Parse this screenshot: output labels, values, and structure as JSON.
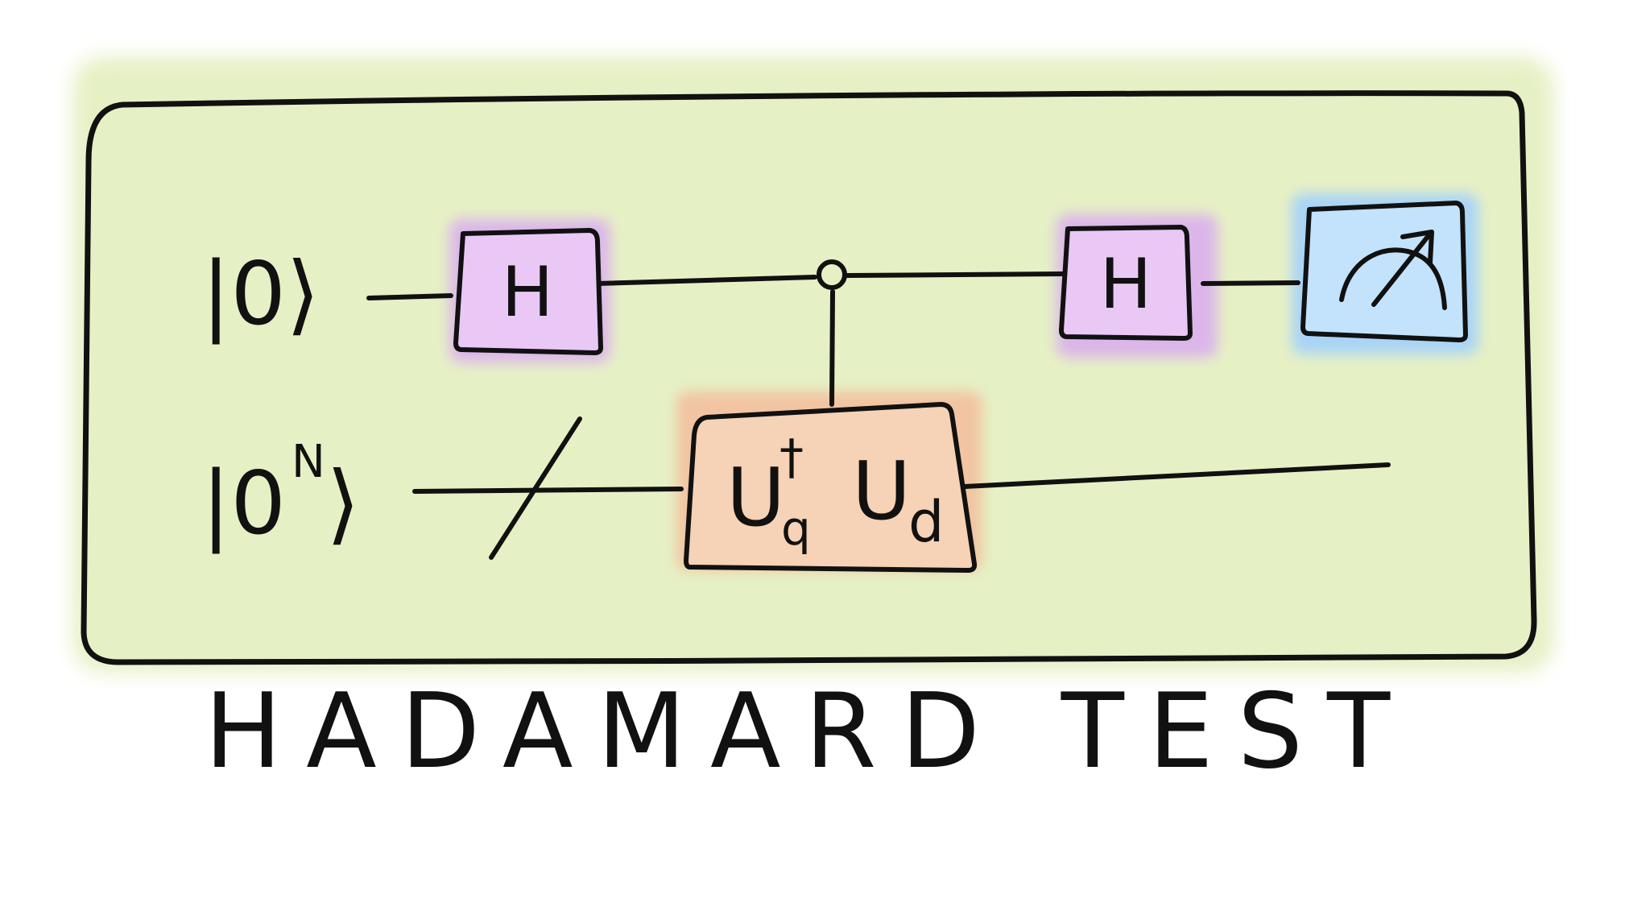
{
  "colors": {
    "panel": "#e6f0c5",
    "hadamard_gate": "#e9c8f6",
    "hadamard_glow": "#dcb6ea",
    "unitary_gate": "#f6d2b6",
    "unitary_glow": "#f2c4a2",
    "measurement_gate": "#c3e2fb",
    "measurement_glow": "#a9d4f7",
    "ink": "#111111"
  },
  "qubits": {
    "ancilla_label": "|0⟩",
    "register_label_base": "|0",
    "register_label_power": "N",
    "register_label_close": "⟩"
  },
  "gates": {
    "hadamard_1": "H",
    "hadamard_2": "H",
    "unitary": {
      "u1": "U",
      "u1_sup": "†",
      "u1_sub": "q",
      "u2": "U",
      "u2_sub": "d"
    },
    "measurement_icon": "meter-icon"
  },
  "caption": "HADAMARD TEST"
}
